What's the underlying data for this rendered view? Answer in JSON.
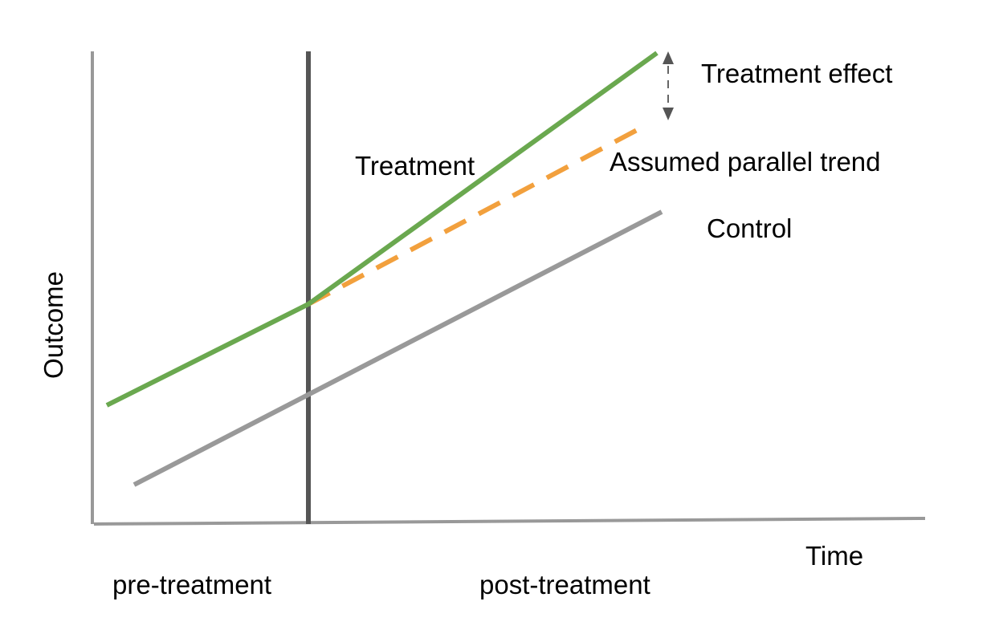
{
  "diagram": {
    "axes": {
      "y_label": "Outcome",
      "x_label": "Time"
    },
    "periods": {
      "pre": "pre-treatment",
      "post": "post-treatment"
    },
    "series_labels": {
      "treatment": "Treatment",
      "counterfactual": "Assumed parallel trend",
      "control": "Control",
      "effect": "Treatment effect"
    },
    "colors": {
      "treatment": "#6aa84f",
      "counterfactual": "#f2a03d",
      "control": "#999999",
      "axes": "#999999",
      "intervention_line": "#555555",
      "effect_arrow": "#555555"
    }
  }
}
